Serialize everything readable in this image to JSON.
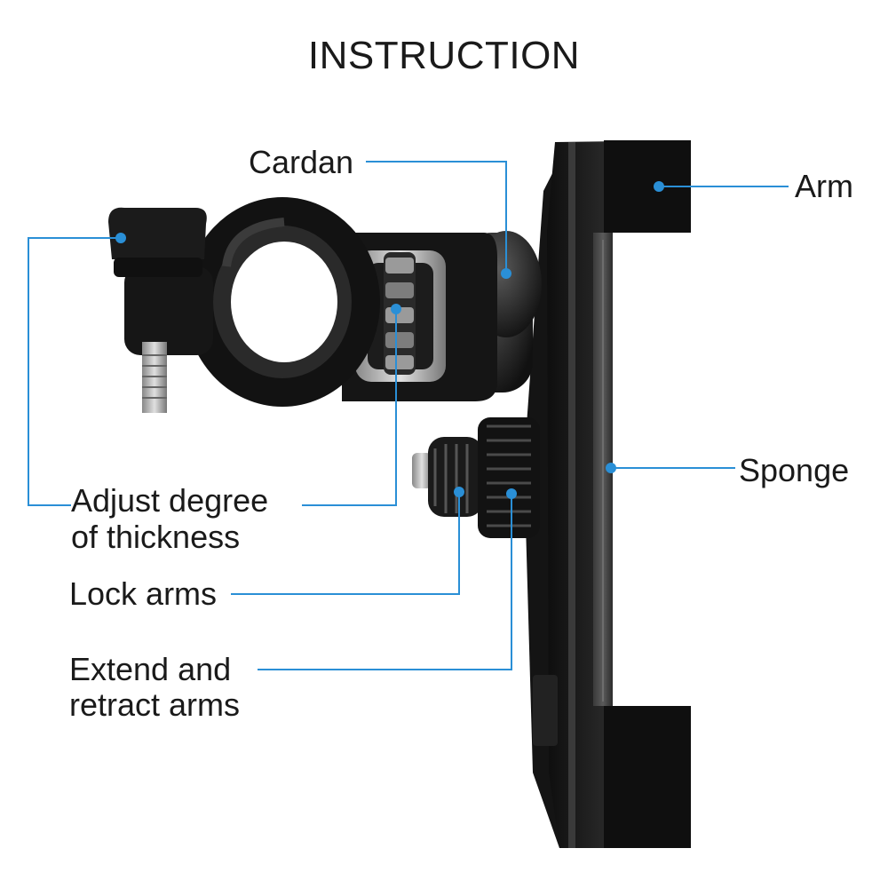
{
  "title": "INSTRUCTION",
  "labels": {
    "cardan": "Cardan",
    "arm": "Arm",
    "sponge": "Sponge",
    "adjust_line1": "Adjust degree",
    "adjust_line2": "of thickness",
    "lock_arms": "Lock arms",
    "extend_line1": "Extend and",
    "extend_line2": "retract arms"
  },
  "colors": {
    "callout": "#2a8fd6",
    "product": "#1b1b1b",
    "product_highlight": "#4a4a4a",
    "text": "#1a1a1a"
  }
}
